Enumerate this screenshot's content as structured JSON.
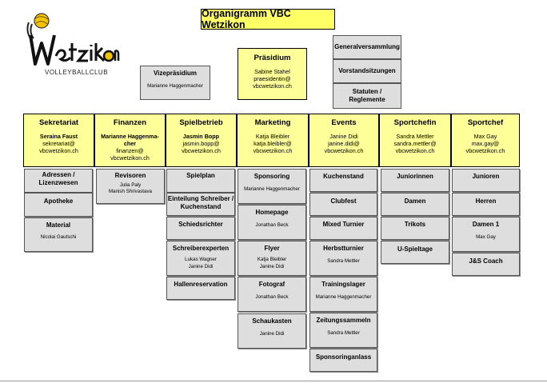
{
  "title": "Organigramm VBC Wetzikon",
  "logo": {
    "name": "Wetzikon",
    "tagline": "VOLLEYBALLCLUB"
  },
  "top": {
    "vizepraesidium": {
      "title": "Vizepräsidium",
      "person": "Marianne Haggenmacher"
    },
    "praesidium": {
      "title": "Präsidium",
      "person": "Sabine Stahel",
      "email": "praesidentin@\nvbcwetzikon.ch"
    },
    "generalversammlung": "Generalversammlung",
    "vorstandsitzungen": "Vorstandsitzungen",
    "statuten": "Statuten /\nReglemente"
  },
  "departments": [
    {
      "title": "Sekretariat",
      "person": "Seraina Faust",
      "email": "sekretariat@\nvbcwetzikon.ch"
    },
    {
      "title": "Finanzen",
      "person": "Marianne Haggenma-\ncher",
      "email": "finanzen@\nvbcwetzikon.ch"
    },
    {
      "title": "Spielbetrieb",
      "person": "Jasmin Bopp",
      "email": "jasmin.bopp@\nvbcwetzikon.ch"
    },
    {
      "title": "Marketing",
      "person": "Katja Bleibler",
      "email": "katja.bleibler@\nvbcwetzikon.ch"
    },
    {
      "title": "Events",
      "person": "Janine Didi",
      "email": "janine.didi@\nvbcwetzikon.ch"
    },
    {
      "title": "Sportchefin",
      "person": "Sandra Mettler",
      "email": "sandra.mettler@\nvbcwetzikon.ch"
    },
    {
      "title": "Sportchef",
      "person": "Max Gay",
      "email": "max.gay@\nvbcwetzikon.ch"
    }
  ],
  "sub": {
    "sekretariat": [
      {
        "title": "Adressen /\nLizenzwesen",
        "people": ""
      },
      {
        "title": "Apotheke",
        "people": ""
      },
      {
        "title": "Material",
        "people": "Nicolai Gautschi"
      }
    ],
    "finanzen": [
      {
        "title": "Revisoren",
        "people": "Julia Paly\nManish Shrivastava"
      }
    ],
    "spielbetrieb": [
      {
        "title": "Spielplan",
        "people": ""
      },
      {
        "title": "Einteilung Schreiber /\nKuchenstand",
        "people": ""
      },
      {
        "title": "Schiedsrichter",
        "people": ""
      },
      {
        "title": "Schreiberexperten",
        "people": "Lukas Wagner\nJanine Didi"
      },
      {
        "title": "Hallenreservation",
        "people": ""
      }
    ],
    "marketing": [
      {
        "title": "Sponsoring",
        "people": "Marianne Haggenmacher"
      },
      {
        "title": "Homepage",
        "people": "Jonathan Beck"
      },
      {
        "title": "Flyer",
        "people": "Katja Bleibler\nJanine Didi"
      },
      {
        "title": "Fotograf",
        "people": "Jonathan Beck"
      },
      {
        "title": "Schaukasten",
        "people": "Janine Didi"
      }
    ],
    "events": [
      {
        "title": "Kuchenstand",
        "people": ""
      },
      {
        "title": "Clubfest",
        "people": ""
      },
      {
        "title": "Mixed Turnier",
        "people": ""
      },
      {
        "title": "Herbstturnier",
        "people": "Sandra Mettler"
      },
      {
        "title": "Trainingslager",
        "people": "Marianne Haggenmacher"
      },
      {
        "title": "Zeitungssammeln",
        "people": "Sandra Mettler"
      },
      {
        "title": "Sponsoringanlass",
        "people": ""
      }
    ],
    "sportchefin": [
      {
        "title": "Juniorinnen",
        "people": ""
      },
      {
        "title": "Damen",
        "people": ""
      },
      {
        "title": "Trikots",
        "people": ""
      },
      {
        "title": "U-Spieltage",
        "people": ""
      }
    ],
    "sportchef": [
      {
        "title": "Junioren",
        "people": ""
      },
      {
        "title": "Herren",
        "people": ""
      },
      {
        "title": "Damen 1",
        "people": "Max Gay"
      },
      {
        "title": "J&S Coach",
        "people": ""
      }
    ]
  }
}
